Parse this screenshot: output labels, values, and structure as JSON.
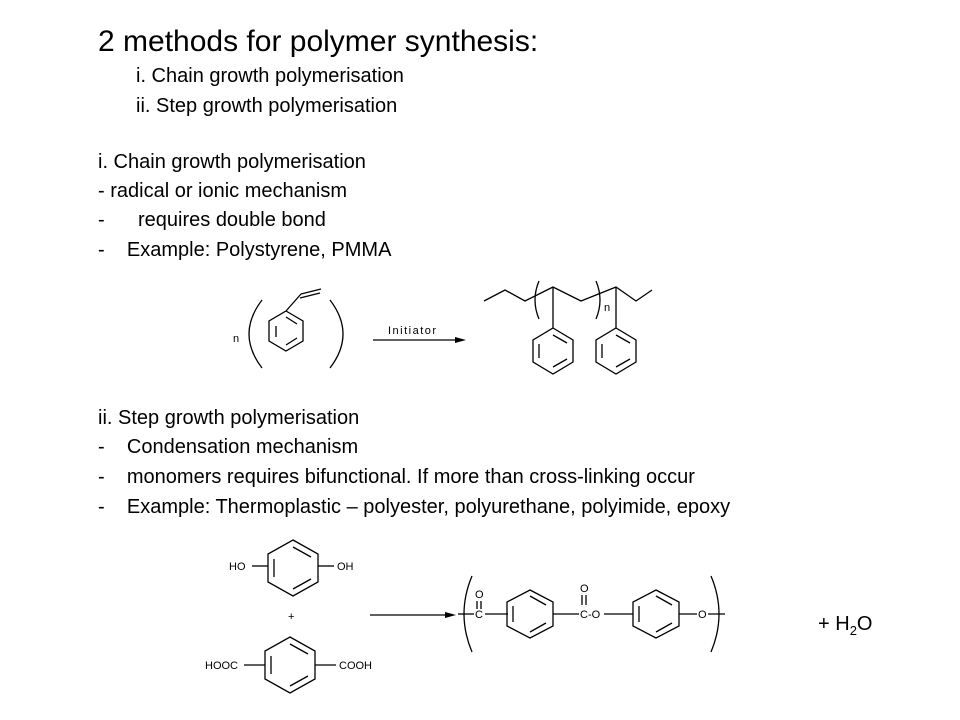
{
  "title": "2 methods for polymer synthesis:",
  "overview": [
    "i. Chain growth polymerisation",
    "ii. Step growth polymerisation"
  ],
  "chain": {
    "heading": "i. Chain growth polymerisation",
    "bullets": [
      "- radical or ionic mechanism",
      "-      requires double bond",
      "-    Example: Polystyrene, PMMA"
    ],
    "scheme": {
      "n_left": "n",
      "arrow_label": "Initiator",
      "n_right": "n"
    }
  },
  "step": {
    "heading": "ii. Step growth polymerisation",
    "bullets": [
      "-    Condensation mechanism",
      "-    monomers requires bifunctional. If more than cross-linking occur",
      "-    Example: Thermoplastic – polyester, polyurethane, polyimide, epoxy"
    ],
    "scheme": {
      "ho": "HO",
      "oh": "OH",
      "plus": "+",
      "hooc": "HOOC",
      "cooh": "COOH",
      "o_top1": "O",
      "c1": "C",
      "o_top2": "O",
      "c_o": "C-O",
      "o_link": "O",
      "water_plus": "+ H",
      "water_sub": "2",
      "water_o": "O"
    }
  }
}
